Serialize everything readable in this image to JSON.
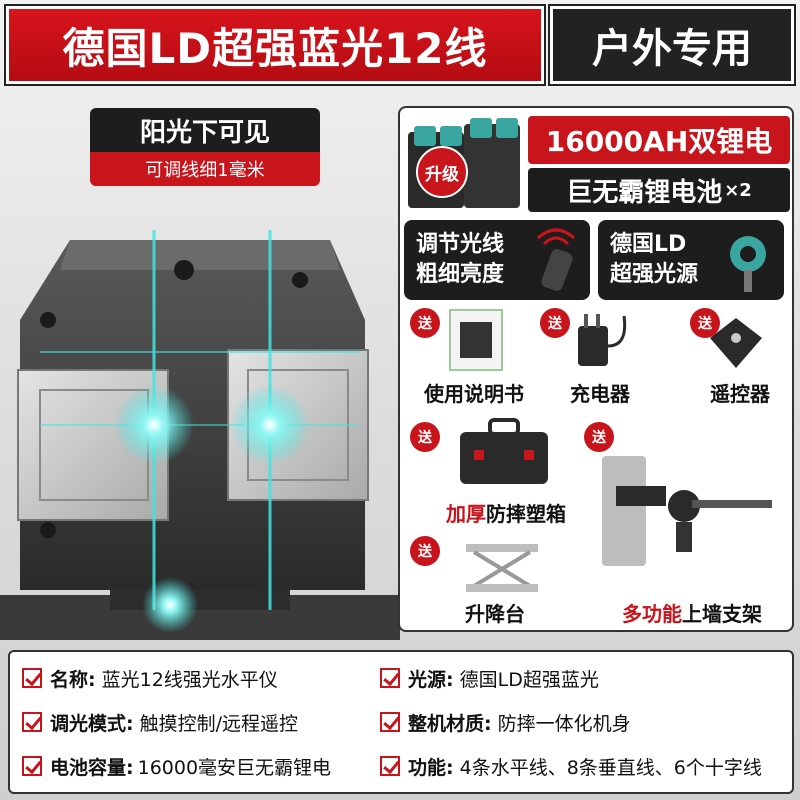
{
  "banner": {
    "main": "德国LD超强蓝光12线",
    "side": "户外专用"
  },
  "sun_tag": {
    "line1": "阳光下可见",
    "line2": "可调线细1毫米"
  },
  "battery": {
    "badge": "升级",
    "line1": "16000AH双锂电",
    "line2": "巨无霸锂电池",
    "line2_suffix": "×2"
  },
  "features": [
    {
      "line1": "调节光线",
      "line2": "粗细亮度"
    },
    {
      "line1": "德国LD",
      "line2": "超强光源"
    }
  ],
  "send_label": "送",
  "gifts": {
    "manual": "使用说明书",
    "charger": "充电器",
    "remote": "遥控器",
    "case_red": "加厚",
    "case_rest": "防摔塑箱",
    "lift": "升降台",
    "bracket_red": "多功能",
    "bracket_rest": "上墙支架"
  },
  "specs": [
    {
      "key": "名称:",
      "value": "蓝光12线强光水平仪"
    },
    {
      "key": "光源:",
      "value": "德国LD超强蓝光"
    },
    {
      "key": "调光模式:",
      "value": "触摸控制/远程遥控"
    },
    {
      "key": "整机材质:",
      "value": "防摔一体化机身"
    },
    {
      "key": "电池容量:",
      "value": "16000毫安巨无霸锂电"
    },
    {
      "key": "功能:",
      "value": "4条水平线、8条垂直线、6个十字线"
    }
  ],
  "colors": {
    "red": "#c8141b",
    "black": "#1d1d1d",
    "laser": "#3fe6e0"
  }
}
